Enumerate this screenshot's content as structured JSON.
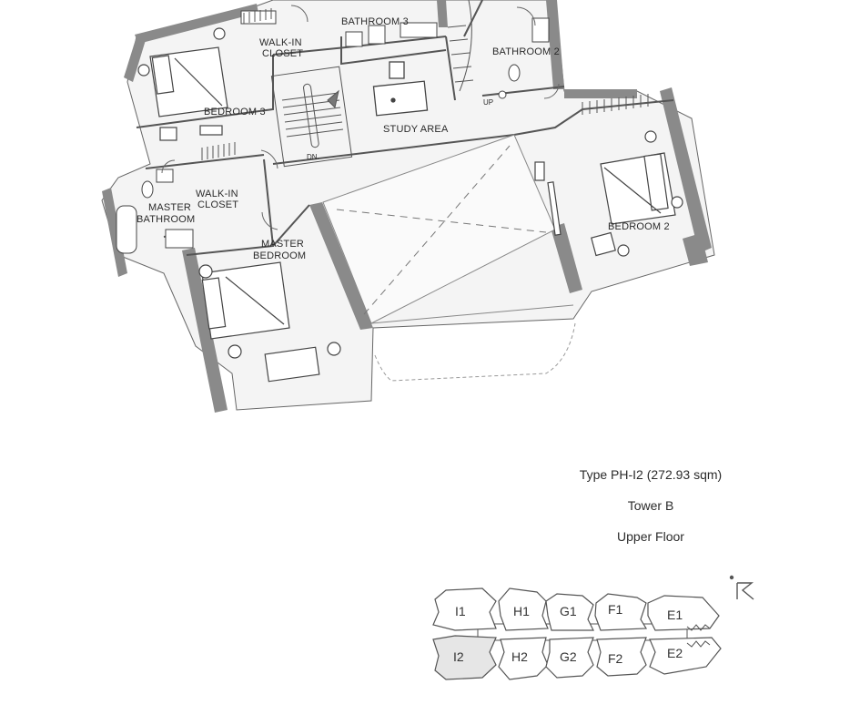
{
  "rooms": {
    "bathroom3": "BATHROOM 3",
    "walk_in_closet_1": "WALK-IN",
    "walk_in_closet_2": "CLOSET",
    "bathroom2": "BATHROOM 2",
    "up": "UP",
    "study_area": "STUDY AREA",
    "bedroom3": "BEDROOM 3",
    "dn": "DN.",
    "master_walk_in_1": "WALK-IN",
    "master_walk_in_2": "CLOSET",
    "master_bathroom_1": "MASTER",
    "master_bathroom_2": "BATHROOM",
    "master_bedroom_1": "MASTER",
    "master_bedroom_2": "BEDROOM",
    "bedroom2": "BEDROOM 2"
  },
  "unit_info": {
    "type": "Type PH-I2 (272.93 sqm)",
    "tower": "Tower B",
    "floor": "Upper Floor"
  },
  "key_plan": {
    "top_units": [
      "I1",
      "H1",
      "G1",
      "F1",
      "E1"
    ],
    "bottom_units": [
      "I2",
      "H2",
      "G2",
      "F2",
      "E2"
    ],
    "highlighted_unit": "I2"
  },
  "colors": {
    "wall": "#8a8a8a",
    "wall_dark": "#6f6f6f",
    "floor": "#f4f4f4",
    "line": "#555555"
  }
}
